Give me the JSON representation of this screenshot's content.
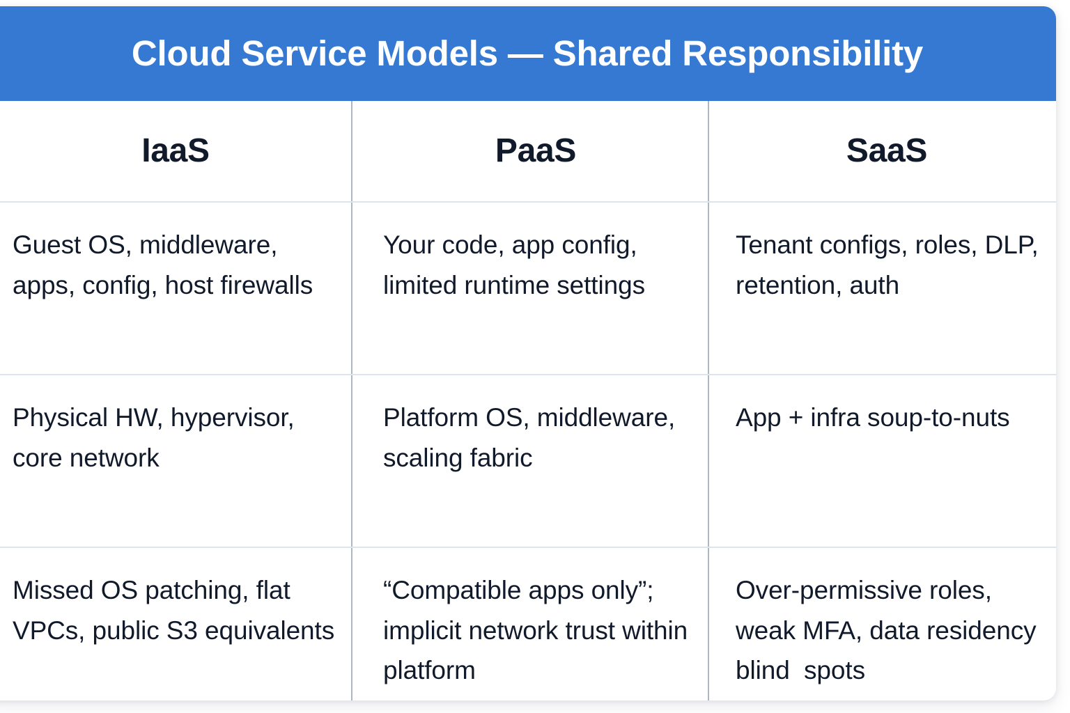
{
  "card": {
    "banner": {
      "title": "Cloud Service Models — Shared Responsibility",
      "background_color": "#3579d2",
      "text_color": "#ffffff"
    },
    "table": {
      "columns": [
        {
          "header": "IaaS"
        },
        {
          "header": "PaaS"
        },
        {
          "header": "SaaS"
        }
      ],
      "rows": [
        {
          "iaas": "Guest OS, middleware, apps, config, host firewalls",
          "paas": "Your code, app config, limited runtime settings",
          "saas": "Tenant configs, roles, DLP, retention, auth"
        },
        {
          "iaas": "Physical HW, hypervisor, core network",
          "paas": "Platform OS, middleware,  scaling fabric",
          "saas": "App + infra soup-to-nuts"
        },
        {
          "iaas": "Missed OS patching, flat VPCs, public S3 equivalents",
          "paas": "“Compatible apps only”; implicit network trust within platform",
          "saas": "Over-permissive roles, weak MFA, data residency blind  spots"
        }
      ],
      "divider_color": "#a9b7c6",
      "row_divider_color": "#dde4ee",
      "text_color": "#111a2b"
    }
  }
}
